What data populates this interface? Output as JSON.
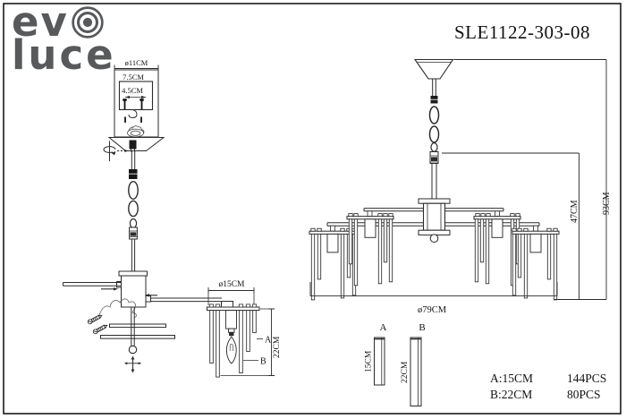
{
  "brand": {
    "word1": "ev",
    "word2": "luce"
  },
  "model_number": "SLE1122-303-08",
  "canopy_detail": {
    "diameter": "ø11CM",
    "canopy_height": "7.5CM",
    "bracket_width": "4.5CM"
  },
  "arm_detail": {
    "diameter": "ø15CM",
    "tube_a_ref": "A",
    "tube_b_ref": "B",
    "tube_b_height": "22CM"
  },
  "main_drawing": {
    "diameter": "ø79CM",
    "fixture_height": "47CM",
    "total_height": "93CM"
  },
  "legend": {
    "tube_a": {
      "ref": "A",
      "height": "15CM"
    },
    "tube_b": {
      "ref": "B",
      "height": "22CM"
    },
    "rows": [
      {
        "spec": "A:15CM",
        "qty": "144PCS"
      },
      {
        "spec": "B:22CM",
        "qty": "80PCS"
      }
    ]
  },
  "colors": {
    "line": "#2b2b2b",
    "logo_gray": "#58595b",
    "background": "#ffffff"
  }
}
